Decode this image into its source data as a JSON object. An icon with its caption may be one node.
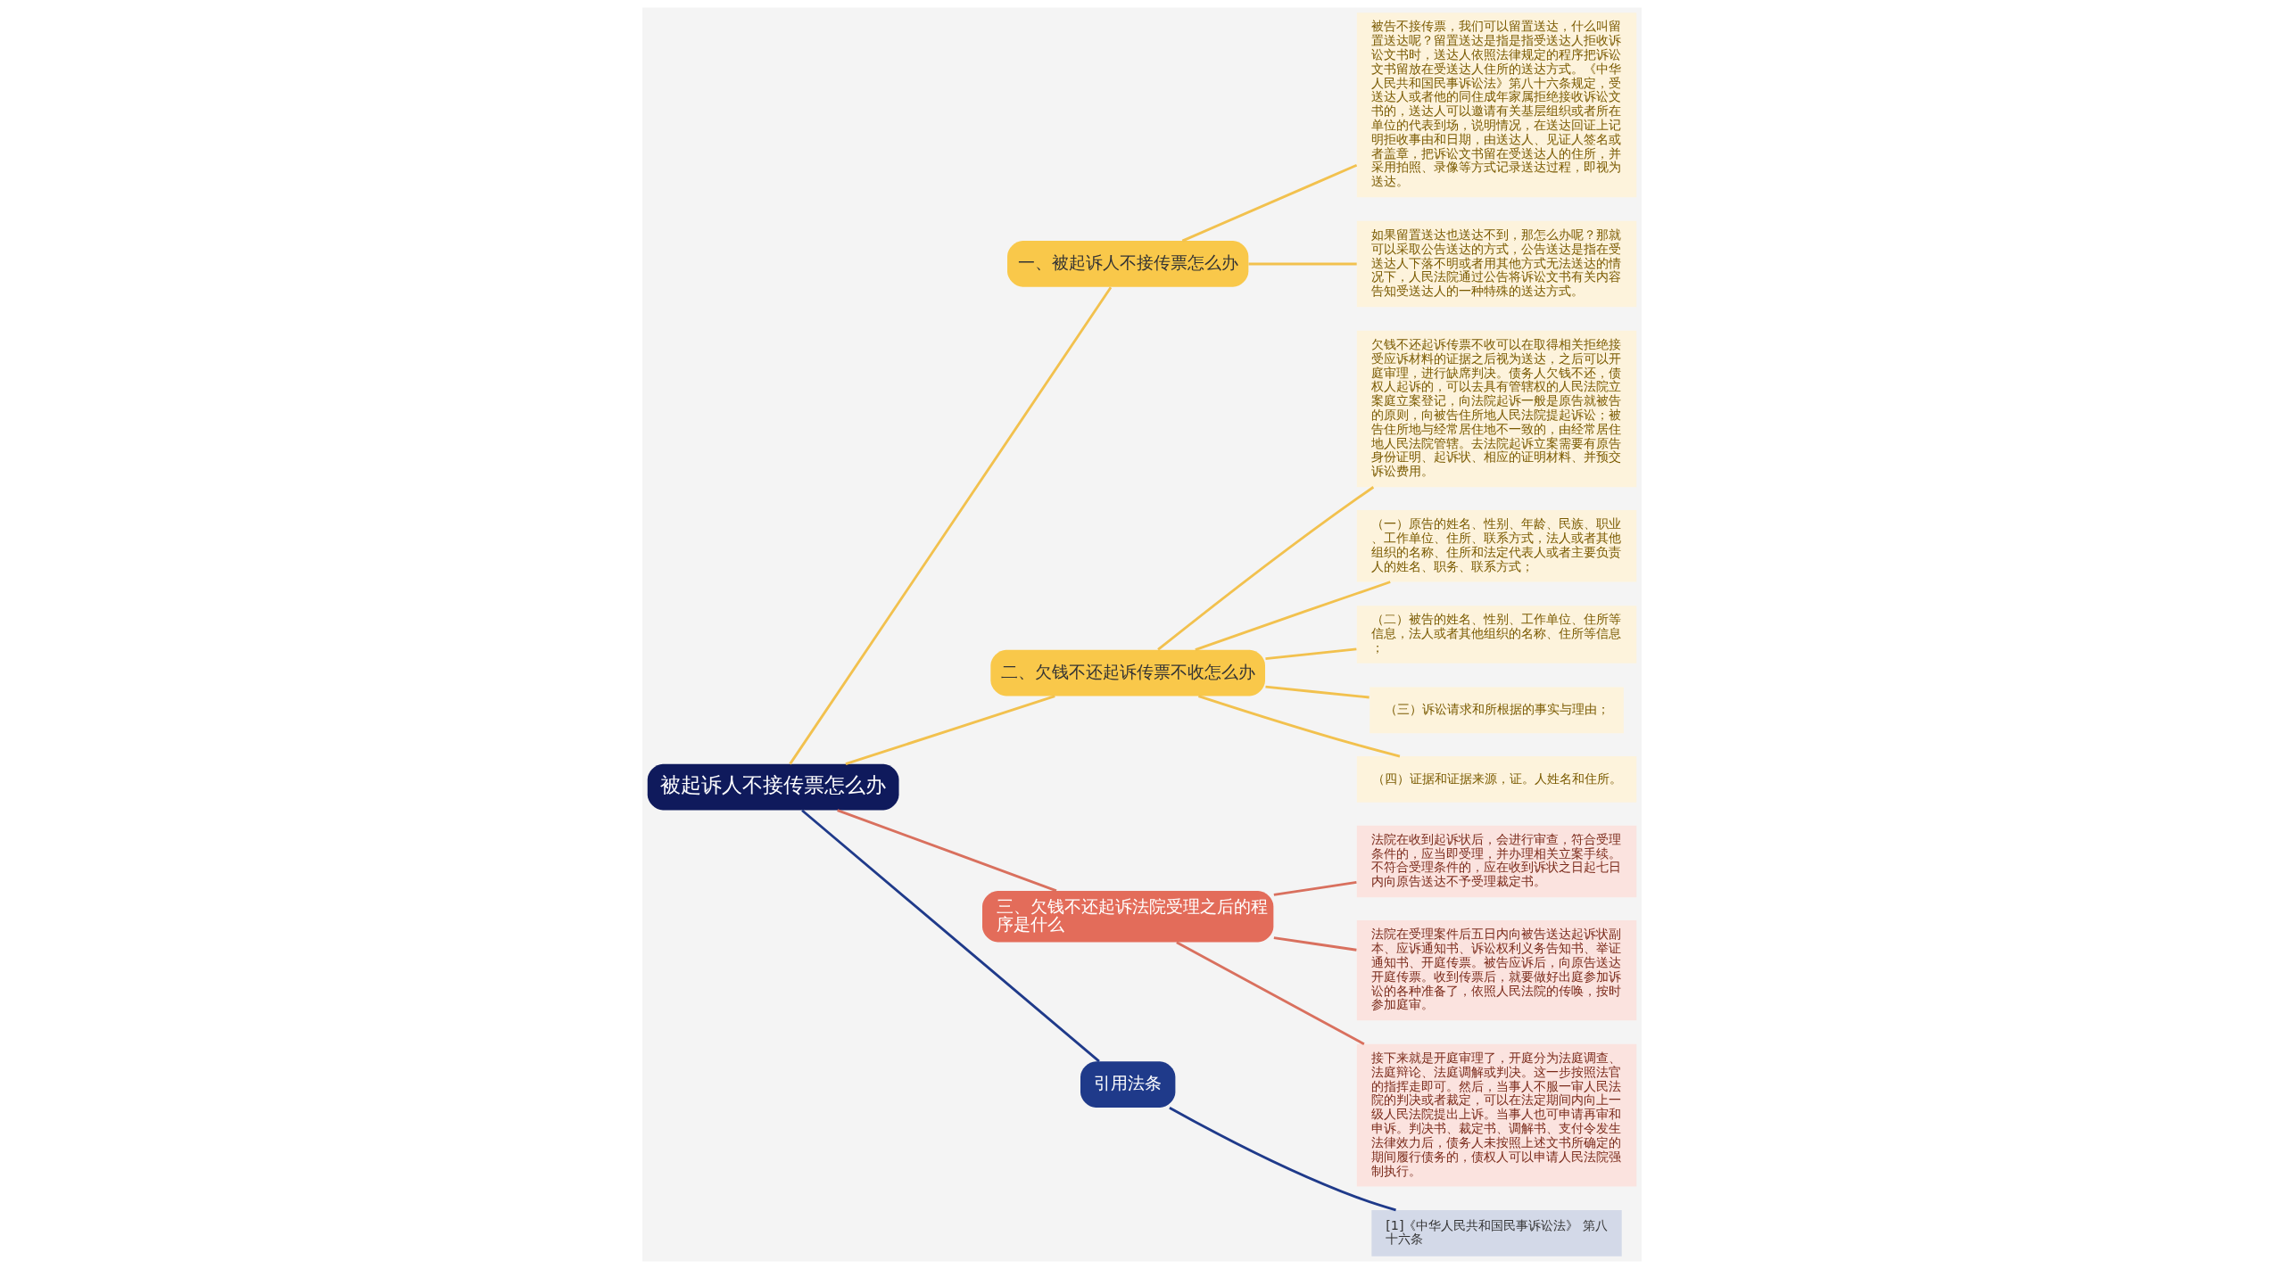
{
  "diagram": {
    "nodes": [
      {
        "text": [
          "被起诉人不接传票怎么办"
        ]
      },
      {
        "text": [
          "一、被起诉人不接传票怎么办"
        ]
      },
      {
        "text": [
          "被告不接传票，我们可以留置送达，什么叫留置送达呢？留置送达是指是指受送达人拒收诉讼文书时，送达人依照法律规定的程序把诉讼文书留放在受送达人住所的送达方式。《中华人民共和国民事诉讼法》第八十六条规定，受送达人或者他的同住成年家属拒绝接收诉讼文书的，送达人可以邀请有关基层组织或者所在单位的代表到场，说明情况，在送达回证上记明拒收事由和日期，由送达人、见证人签名或者盖章，把诉讼文书留在受送达人的住所，并采用拍照、录像等方式记录送达过程，即视为送达。"
        ]
      },
      {
        "text": [
          "如果留置送达也送达不到，那怎么办呢？那就可以采取公告送达的方式，公告送达是指在受送达人下落不明或者用其他方式无法送达的情况下，人民法院通过公告将诉讼文书有关内容告知受送达人的一种特殊的送达方式。"
        ]
      },
      {
        "text": [
          "二、欠钱不还起诉传票不收怎么办"
        ]
      },
      {
        "text": [
          "欠钱不还起诉传票不收可以在取得相关拒绝接受应诉材料的证据之后视为送达，之后可以开庭审理，进行缺席判决。债务人欠钱不还，债权人起诉的，可以去具有管辖权的人民法院立案庭立案登记，向法院起诉一般是原告就被告的原则，向被告住所地人民法院提起诉讼；被告住所地与经常居住地不一致的，由经常居住地人民法院管辖。去法院起诉立案需要有原告身份证明、起诉状、相应的证明材料、并预交诉讼费用。"
        ]
      },
      {
        "text": [
          "（一）原告的姓名、性别、年龄、民族、职业、工作单位、住所、联系方式，法人或者其他组织的名称、住所和法定代表人或者主要负责人的姓名、职务、联系方式；"
        ]
      },
      {
        "text": [
          "（二）被告的姓名、性别、工作单位、住所等信息，法人或者其他组织的名称、住所等信息；"
        ]
      },
      {
        "text": [
          "（三）诉讼请求和所根据的事实与理由；"
        ]
      },
      {
        "text": [
          "（四）证据和证据来源，证。人姓名和住所。"
        ]
      },
      {
        "text": [
          "三、欠钱不还起诉法院受理之后的程序是什么"
        ]
      },
      {
        "text": [
          "法院在收到起诉状后，会进行审查，符合受理条件的，应当即受理，并办理相关立案手续。不符合受理条件的，应在收到诉状之日起七日内向原告送达不予受理裁定书。"
        ]
      },
      {
        "text": [
          "法院在受理案件后五日内向被告送达起诉状副本、应诉通知书、诉讼权利义务告知书、举证通知书、开庭传票。被告应诉后，向原告送达开庭传票。收到传票后，就要做好出庭参加诉讼的各种准备了，依照人民法院的传唤，按时参加庭审。"
        ]
      },
      {
        "text": [
          "接下来就是开庭审理了，开庭分为法庭调查、法庭辩论、法庭调解或判决。这一步按照法官的指挥走即可。然后，当事人不服一审人民法院的判决或者裁定，可以在法定期间内向上一级人民法院提出上诉。当事人也可申请再审和申诉。判决书、裁定书、调解书、支付令发生法律效力后，债务人未按照上述文书所确定的期间履行债务的，债权人可以申请人民法院强制执行。"
        ]
      },
      {
        "text": [
          "引用法条"
        ]
      },
      {
        "text": [
          "[1]《中华人民共和国民事诉讼法》 第八十六条"
        ]
      }
    ],
    "edges": [
      {
        "from": 0,
        "to": 1,
        "arrow": "none"
      },
      {
        "from": 1,
        "to": 2,
        "arrow": "none"
      },
      {
        "from": 1,
        "to": 3,
        "arrow": "none"
      },
      {
        "from": 0,
        "to": 4,
        "arrow": "none"
      },
      {
        "from": 4,
        "to": 5,
        "arrow": "none"
      },
      {
        "from": 4,
        "to": 6,
        "arrow": "none"
      },
      {
        "from": 4,
        "to": 7,
        "arrow": "none"
      },
      {
        "from": 4,
        "to": 8,
        "arrow": "none"
      },
      {
        "from": 4,
        "to": 9,
        "arrow": "none"
      },
      {
        "from": 0,
        "to": 10,
        "arrow": "none",
        "color": "#d9705e"
      },
      {
        "from": 10,
        "to": 11,
        "arrow": "none",
        "color": "#d9705e"
      },
      {
        "from": 10,
        "to": 12,
        "arrow": "none",
        "color": "#d9705e"
      },
      {
        "from": 10,
        "to": 13,
        "arrow": "none",
        "color": "#d9705e"
      },
      {
        "from": 0,
        "to": 14,
        "arrow": "none",
        "color": "#1f3a8a"
      },
      {
        "from": 14,
        "to": 15,
        "arrow": "none",
        "color": "#1f3a8a"
      }
    ]
  }
}
